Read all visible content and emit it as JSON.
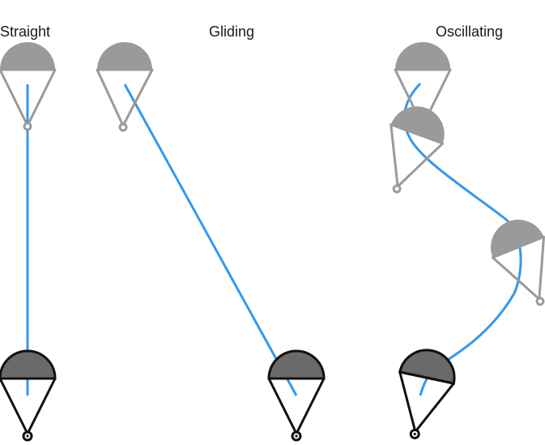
{
  "labels": {
    "straight": "Straight",
    "gliding": "Gliding",
    "oscillating": "Oscillating"
  },
  "colors": {
    "path": "#3399ee",
    "ghost_canopy": "#9a9a9a",
    "ghost_lines": "#9a9a9a",
    "final_canopy_top": "#555555",
    "final_canopy_bottom": "#6e6e6e",
    "final_lines": "#111111"
  }
}
